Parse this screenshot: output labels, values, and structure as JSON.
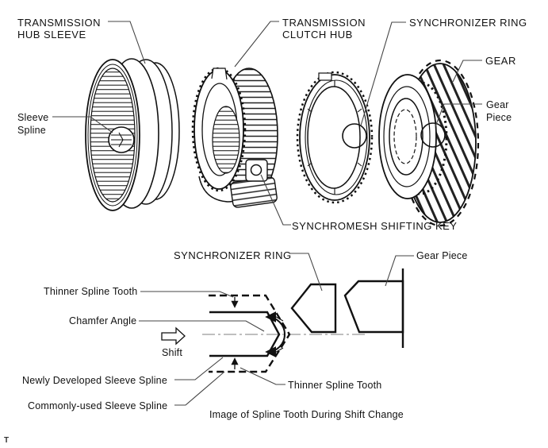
{
  "figure": {
    "title_context": "Transmission synchronizer exploded view and spline tooth schematic",
    "colors": {
      "background": "#ffffff",
      "ink": "#111111",
      "leader_line": "#444444",
      "centerline": "#999999"
    }
  },
  "exploded": {
    "hub_sleeve_label": {
      "line1": "TRANSMISSION",
      "line2": "HUB SLEEVE"
    },
    "clutch_hub_label": {
      "line1": "TRANSMISSION",
      "line2": "CLUTCH HUB"
    },
    "sync_ring_label": "SYNCHRONIZER RING",
    "gear_label": "GEAR",
    "gear_piece_label": {
      "line1": "Gear",
      "line2": "Piece"
    },
    "sleeve_spline_label": {
      "line1": "Sleeve",
      "line2": "Spline"
    },
    "shifting_key_label": "SYNCHROMESH SHIFTING KEY"
  },
  "schematic": {
    "sync_ring_label": "SYNCHRONIZER RING",
    "gear_piece_label": "Gear Piece",
    "thinner_tooth_top_label": "Thinner Spline Tooth",
    "chamfer_angle_label": "Chamfer Angle",
    "shift_label": "Shift",
    "newly_developed_label": "Newly Developed Sleeve Spline",
    "commonly_used_label": "Commonly-used Sleeve Spline",
    "thinner_tooth_bottom_label": "Thinner Spline Tooth",
    "caption": "Image of Spline Tooth During Shift Change"
  },
  "stray_text": "T"
}
